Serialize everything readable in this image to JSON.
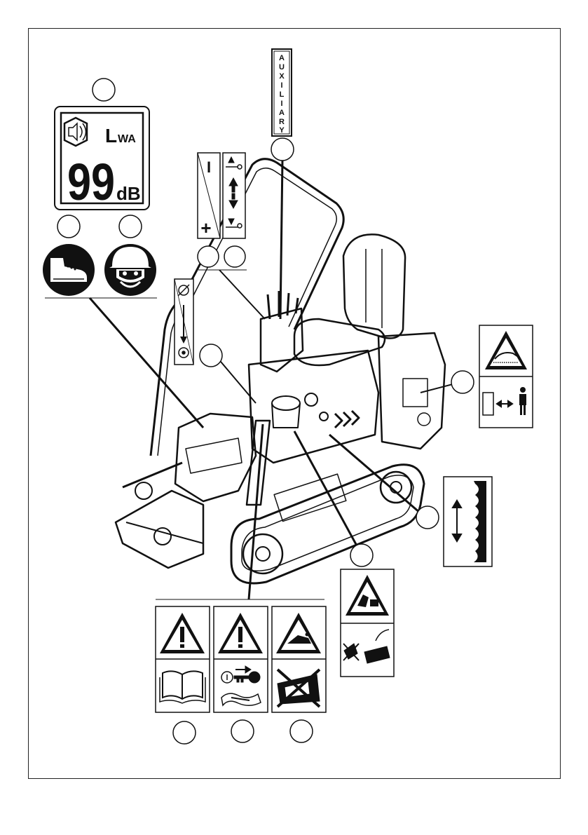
{
  "noise_sign": {
    "lwa_prefix": "L",
    "lwa_suffix": "WA",
    "value": "99",
    "unit": "dB"
  },
  "hydraulic_sign": {
    "marker_top": "I",
    "marker_bottom": "+"
  },
  "auxiliary_label": {
    "letters": [
      "A",
      "U",
      "X",
      "I",
      "L",
      "I",
      "A",
      "R",
      "Y"
    ]
  },
  "icons": {
    "boots": "safety-boots-icon",
    "helmet": "helmet-visor-icon",
    "warning": "warning-triangle-icon",
    "manual": "open-book-icon",
    "key": "key-removal-icon",
    "tread": "track-tread-icon"
  },
  "colors": {
    "line": "#111111",
    "background": "#ffffff"
  }
}
